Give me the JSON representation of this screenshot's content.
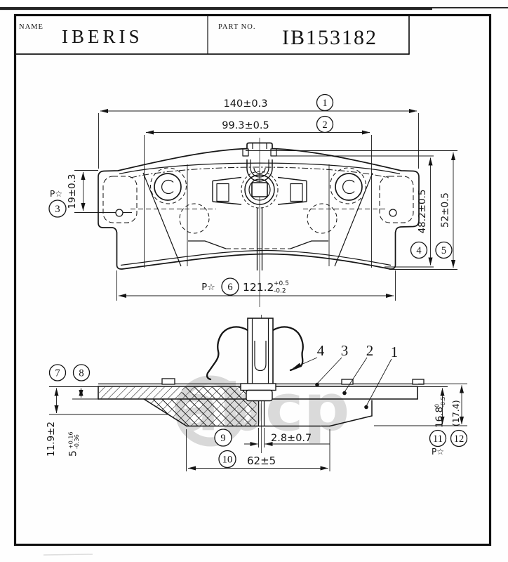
{
  "title_block": {
    "name_label": "NAME",
    "name_value": "IBERIS",
    "part_label": "PART NO.",
    "part_value": "IB153182"
  },
  "watermark": {
    "text": "abcp"
  },
  "top_view": {
    "dim_width_total": {
      "text": "140±0.3",
      "balloon": "1"
    },
    "dim_width_inner": {
      "text": "99.3±0.5",
      "balloon": "2"
    },
    "dim_ear_height": {
      "text": "19±0.3",
      "balloon": "3",
      "prefix": "P☆"
    },
    "dim_height_pad": {
      "text": "48.2±0.5",
      "balloon": "4"
    },
    "dim_height_total": {
      "text": "52±0.5",
      "balloon": "5"
    },
    "dim_lug_span": {
      "value": "121.2",
      "tol_up": "+0.5",
      "tol_down": "-0.2",
      "balloon": "6",
      "prefix": "P☆"
    }
  },
  "side_view": {
    "dim_total_thickness": {
      "text": "11.9±2",
      "balloon": "7"
    },
    "dim_plate_thickness": {
      "value": "5",
      "tol_up": "+0.16",
      "tol_down": "-0.36",
      "balloon": "8"
    },
    "dim_slot_width": {
      "text": "2.8±0.7",
      "balloon": "9"
    },
    "dim_friction_length": {
      "text": "62±5",
      "balloon": "10"
    },
    "dim_pad_thickness": {
      "value": "16.8",
      "tol_up": "0",
      "tol_down": "-0.5",
      "balloon": "11",
      "prefix": "P☆"
    },
    "dim_ref_thickness": {
      "text": "(17.4)",
      "balloon": "12"
    },
    "callouts": [
      {
        "label": "4"
      },
      {
        "label": "3"
      },
      {
        "label": "2"
      },
      {
        "label": "1"
      }
    ]
  }
}
